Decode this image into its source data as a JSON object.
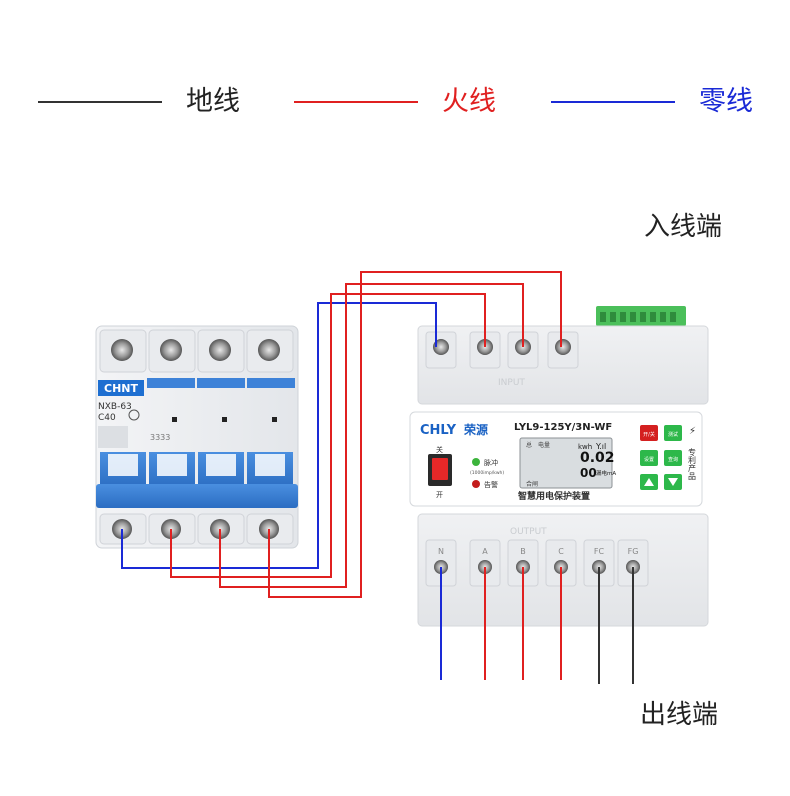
{
  "legend": {
    "ground": {
      "label": "地线",
      "color": "#333333"
    },
    "live": {
      "label": "火线",
      "color": "#e02020"
    },
    "neutral": {
      "label": "零线",
      "color": "#1a2ad6"
    }
  },
  "labels": {
    "input_end": "入线端",
    "output_end": "出线端"
  },
  "breaker": {
    "brand": "CHNT",
    "model": "NXB-63",
    "rating": "C40",
    "code": "3333"
  },
  "device": {
    "brand_logo": "CHLY",
    "brand_cn": "荣源",
    "model": "LYL9-125Y/3N-WF",
    "name": "智慧用电保护装置",
    "patent": "专利产品",
    "input_label": "INPUT",
    "output_label": "OUTPUT",
    "output_terminals": [
      "N",
      "A",
      "B",
      "C",
      "FC",
      "FG"
    ],
    "indicator_pulse": "脉冲",
    "indicator_pulse_sub": "(1000imp/kwh)",
    "indicator_alarm": "告警",
    "switch_off": "关",
    "switch_on": "开",
    "lcd": {
      "total": "总",
      "energy": "电量",
      "unit_kwh": "kwh",
      "value_kwh": "0.02",
      "value_leak": "00",
      "leak_label": "漏电mA",
      "status": "合闸"
    },
    "buttons": {
      "on_off": "开/关",
      "test": "测试",
      "set": "设置",
      "confirm": "查询"
    }
  }
}
